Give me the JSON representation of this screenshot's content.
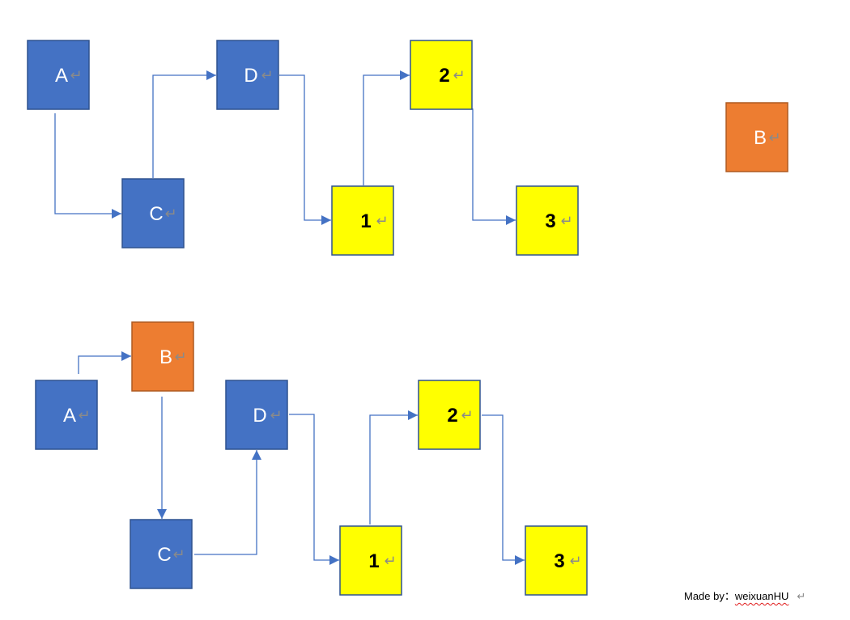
{
  "colors": {
    "blue": "#4472c4",
    "blue_border": "#2f528f",
    "yellow": "#ffff00",
    "orange": "#ed7d31",
    "orange_border": "#ae5a21",
    "connector": "#4472c4"
  },
  "return_glyph": "↵",
  "diagrams": [
    {
      "nodes": [
        {
          "id": "A",
          "label": "A",
          "style": "blue"
        },
        {
          "id": "C",
          "label": "C",
          "style": "blue"
        },
        {
          "id": "D",
          "label": "D",
          "style": "blue"
        },
        {
          "id": "1",
          "label": "1",
          "style": "yellow"
        },
        {
          "id": "2",
          "label": "2",
          "style": "yellow"
        },
        {
          "id": "3",
          "label": "3",
          "style": "yellow"
        },
        {
          "id": "B",
          "label": "B",
          "style": "orange"
        }
      ],
      "edges": [
        {
          "from": "A",
          "to": "C"
        },
        {
          "from": "C",
          "to": "D"
        },
        {
          "from": "D",
          "to": "1"
        },
        {
          "from": "1",
          "to": "2"
        },
        {
          "from": "2",
          "to": "3"
        }
      ]
    },
    {
      "nodes": [
        {
          "id": "A",
          "label": "A",
          "style": "blue"
        },
        {
          "id": "B",
          "label": "B",
          "style": "orange"
        },
        {
          "id": "C",
          "label": "C",
          "style": "blue"
        },
        {
          "id": "D",
          "label": "D",
          "style": "blue"
        },
        {
          "id": "1",
          "label": "1",
          "style": "yellow"
        },
        {
          "id": "2",
          "label": "2",
          "style": "yellow"
        },
        {
          "id": "3",
          "label": "3",
          "style": "yellow"
        }
      ],
      "edges": [
        {
          "from": "A",
          "to": "B"
        },
        {
          "from": "B",
          "to": "C"
        },
        {
          "from": "C",
          "to": "D"
        },
        {
          "from": "D",
          "to": "1"
        },
        {
          "from": "1",
          "to": "2"
        },
        {
          "from": "2",
          "to": "3"
        }
      ]
    }
  ],
  "credit": {
    "prefix": "Made by：",
    "author": "weixuanHU"
  }
}
